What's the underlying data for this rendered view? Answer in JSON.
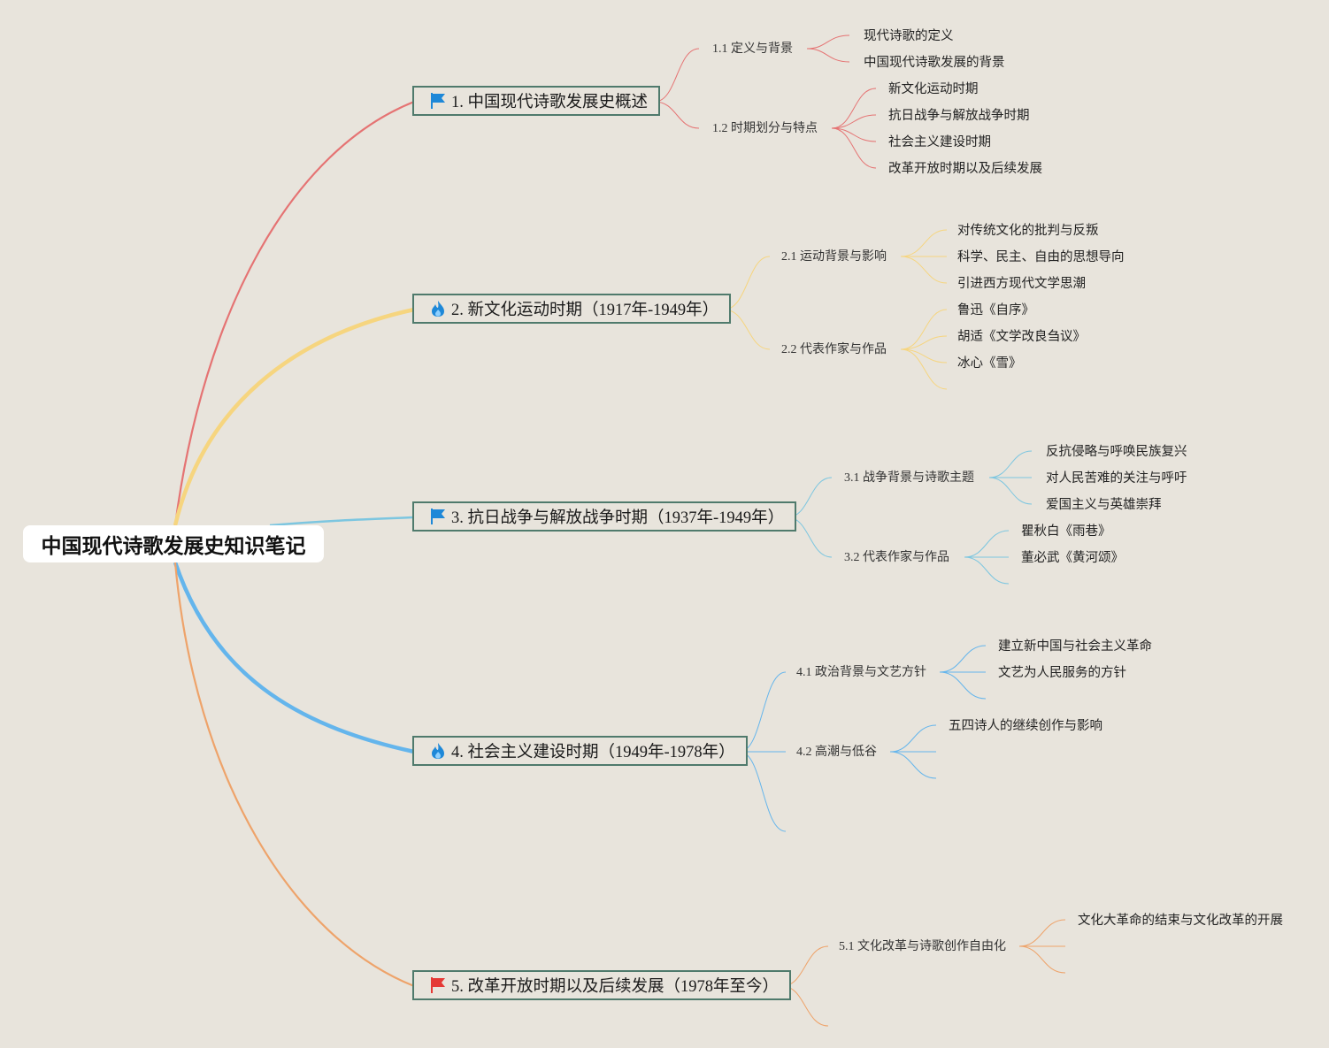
{
  "root": {
    "title": "中国现代诗歌发展史知识笔记"
  },
  "branches": [
    {
      "label": "1. 中国现代诗歌发展史概述",
      "icon": "blue-flag-icon",
      "color": "#e57373",
      "subs": [
        {
          "label": "1.1 定义与背景",
          "items": [
            "现代诗歌的定义",
            "中国现代诗歌发展的背景"
          ]
        },
        {
          "label": "1.2 时期划分与特点",
          "items": [
            "新文化运动时期",
            "抗日战争与解放战争时期",
            "社会主义建设时期",
            "改革开放时期以及后续发展"
          ]
        }
      ]
    },
    {
      "label": "2. 新文化运动时期（1917年-1949年）",
      "icon": "blue-flame-icon",
      "color": "#f6d57f",
      "subs": [
        {
          "label": "2.1 运动背景与影响",
          "items": [
            "对传统文化的批判与反叛",
            "科学、民主、自由的思想导向",
            "引进西方现代文学思潮"
          ]
        },
        {
          "label": "2.2 代表作家与作品",
          "items": [
            "鲁迅《自序》",
            "胡适《文学改良刍议》",
            "冰心《雪》"
          ]
        }
      ]
    },
    {
      "label": "3. 抗日战争与解放战争时期（1937年-1949年）",
      "icon": "blue-flag-icon",
      "color": "#7cc6e0",
      "subs": [
        {
          "label": "3.1 战争背景与诗歌主题",
          "items": [
            "反抗侵略与呼唤民族复兴",
            "对人民苦难的关注与呼吁",
            "爱国主义与英雄崇拜"
          ]
        },
        {
          "label": "3.2 代表作家与作品",
          "items": [
            "瞿秋白《雨巷》",
            "董必武《黄河颂》"
          ]
        }
      ]
    },
    {
      "label": "4. 社会主义建设时期（1949年-1978年）",
      "icon": "blue-flame-icon",
      "color": "#64b5ec",
      "subs": [
        {
          "label": "4.1 政治背景与文艺方针",
          "items": [
            "建立新中国与社会主义革命",
            "文艺为人民服务的方针"
          ]
        },
        {
          "label": "4.2 高潮与低谷",
          "items": [
            "五四诗人的继续创作与影响"
          ]
        }
      ]
    },
    {
      "label": "5. 改革开放时期以及后续发展（1978年至今）",
      "icon": "red-flag-icon",
      "color": "#eea36a",
      "subs": [
        {
          "label": "5.1 文化改革与诗歌创作自由化",
          "items": [
            "文化大革命的结束与文化改革的开展"
          ]
        }
      ]
    }
  ],
  "colors": {
    "background": "#e8e4dc",
    "node_border": "#4f7a6c",
    "icon_blue": "#1e88d8",
    "icon_red": "#e53935"
  }
}
